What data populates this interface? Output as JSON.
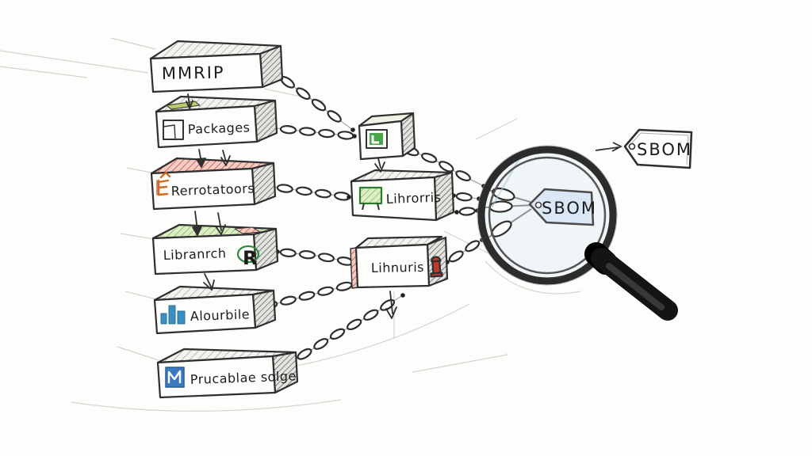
{
  "diagram": {
    "style": "hand-drawn-sketch-flow",
    "background": "#fdfdfc",
    "boxes": [
      {
        "id": "mmrip",
        "label": "MMRIP",
        "icon": ""
      },
      {
        "id": "packages",
        "label": "Packages",
        "icon": "package-box-icon"
      },
      {
        "id": "repositories",
        "label": "Rerrotatoors",
        "icon": "orange-scribble-icon"
      },
      {
        "id": "library",
        "label": "Libranrch",
        "icon": "green-r-logo-icon"
      },
      {
        "id": "audit",
        "label": "Alourbile",
        "icon": "blue-bar-chart-icon"
      },
      {
        "id": "storage",
        "label": "Prucablae solge",
        "icon": "blue-m-package-icon"
      },
      {
        "id": "component-cube",
        "label": "",
        "icon": "green-cube-icon"
      },
      {
        "id": "libraries-upper",
        "label": "Lihrorris",
        "icon": "green-board-icon"
      },
      {
        "id": "libraries-lower",
        "label": "Lihnuris",
        "icon": "red-marker-icon"
      }
    ],
    "magnifier": {
      "lens_tag_label": "SBOM"
    },
    "output_tag": {
      "label": "SBOM"
    },
    "colors": {
      "ink": "#2f2f2f",
      "paper": "#fdfdfc",
      "red_hatch": "#c65446",
      "green_hatch": "#8cbc62",
      "blue_icon": "#3a7abf",
      "green_icon": "#3f9d46",
      "lens_tag_fill": "#d9e8f4"
    }
  }
}
